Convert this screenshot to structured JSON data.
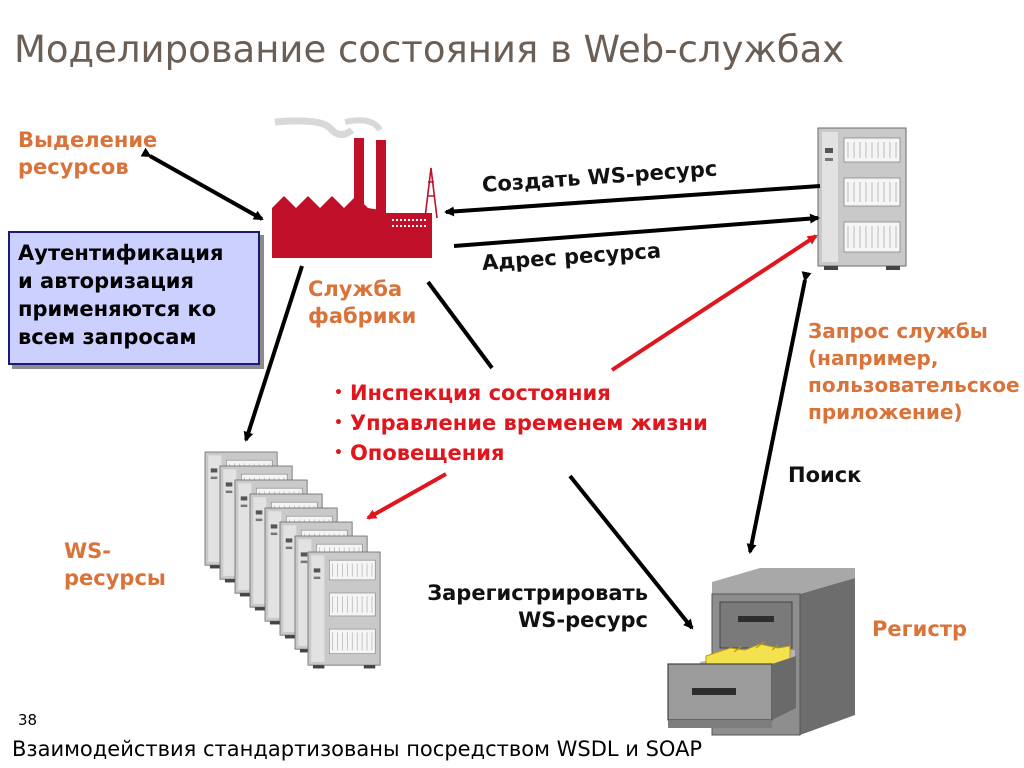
{
  "title": "Моделирование состояния в Web-службах",
  "labels": {
    "allocation_line1": "Выделение",
    "allocation_line2": "ресурсов",
    "factory_line1": "Служба",
    "factory_line2": "фабрики",
    "create_ws": "Создать WS-ресурс",
    "resource_address": "Адрес ресурса",
    "request_line1": "Запрос службы",
    "request_line2": "(например,",
    "request_line3": "пользовательское",
    "request_line4": "приложение)",
    "search": "Поиск",
    "ws_line1": "WS-",
    "ws_line2": "ресурсы",
    "register_line1": "Зарегистрировать",
    "register_line2": "WS-ресурс",
    "registry": "Регистр"
  },
  "auth_box": {
    "line1": "Аутентификация",
    "line2": "и авторизация",
    "line3": "применяются ко",
    "line4": "всем запросам"
  },
  "bullets": [
    "Инспекция состояния",
    "Управление временем жизни",
    "Оповещения"
  ],
  "page_number": "38",
  "footer": "Взаимодействия стандартизованы посредством WSDL и SOAP",
  "colors": {
    "title": "#6b5e55",
    "accent_orange": "#d9733a",
    "factory_red": "#c0102a",
    "arrow_red": "#e0161e",
    "auth_box_bg": "#ccd0ff",
    "auth_box_border": "#1a1a7a"
  },
  "icons": {
    "factory": "factory-icon",
    "server": "server-tower-icon",
    "ws_resources": "server-stack-icon",
    "registry": "file-cabinet-icon"
  }
}
